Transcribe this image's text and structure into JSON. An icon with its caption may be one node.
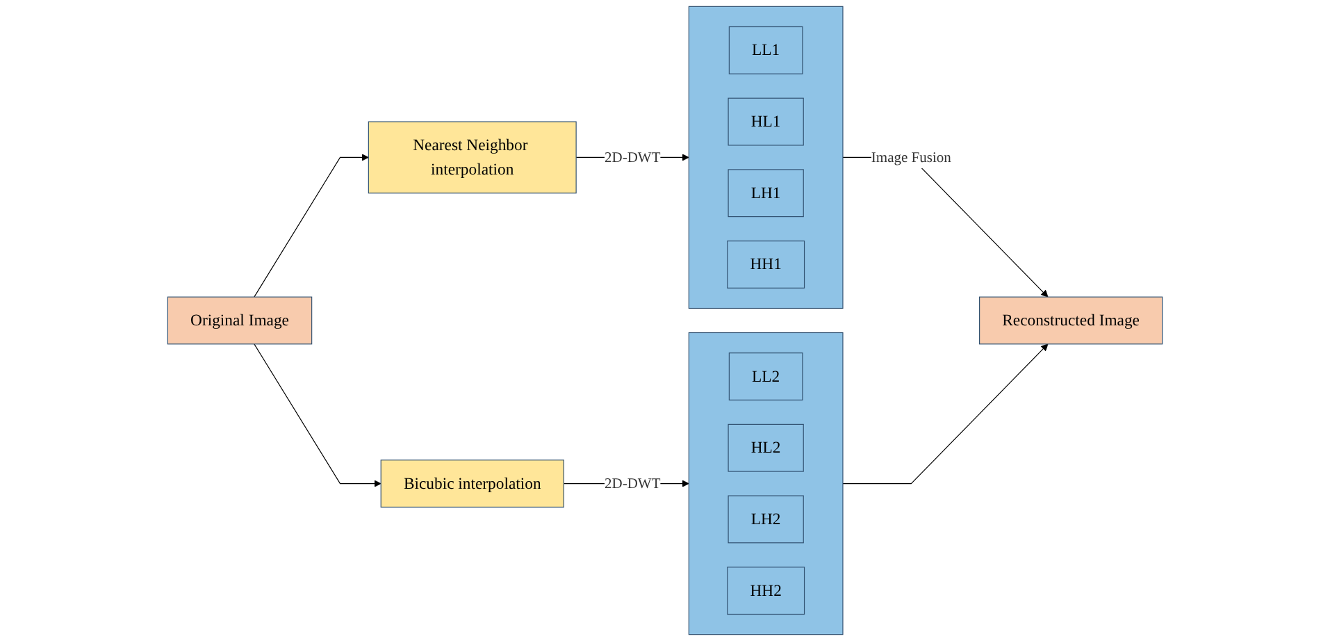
{
  "diagram": {
    "nodes": [
      {
        "text": [
          "Original Image"
        ]
      },
      {
        "text": [
          "Nearest Neighbor interpolation"
        ]
      },
      {
        "text": [
          "Bicubic interpolation"
        ]
      },
      {
        "text": [],
        "shape": "box"
      },
      {
        "text": [
          "LL1"
        ],
        "in": 3
      },
      {
        "text": [
          "HL1"
        ],
        "in": 3
      },
      {
        "text": [
          "LH1"
        ],
        "in": 3
      },
      {
        "text": [
          "HH1"
        ],
        "in": 3
      },
      {
        "text": [],
        "shape": "box"
      },
      {
        "text": [
          "LL2"
        ],
        "in": 8
      },
      {
        "text": [
          "HL2"
        ],
        "in": 8
      },
      {
        "text": [
          "LH2"
        ],
        "in": 8
      },
      {
        "text": [
          "HH2"
        ],
        "in": 8
      },
      {
        "text": [
          "Reconstructed Image"
        ]
      }
    ],
    "edges": [
      {
        "from": 0,
        "to": 1,
        "arrow": "to"
      },
      {
        "from": 0,
        "to": 2,
        "arrow": "to"
      },
      {
        "from": 1,
        "to": 3,
        "arrow": "to",
        "label": "2D-DWT"
      },
      {
        "from": 2,
        "to": 8,
        "arrow": "to",
        "label": "2D-DWT"
      },
      {
        "from": 3,
        "to": 13,
        "arrow": "to",
        "label": "Image Fusion"
      },
      {
        "from": 8,
        "to": 13,
        "arrow": "to"
      }
    ]
  }
}
